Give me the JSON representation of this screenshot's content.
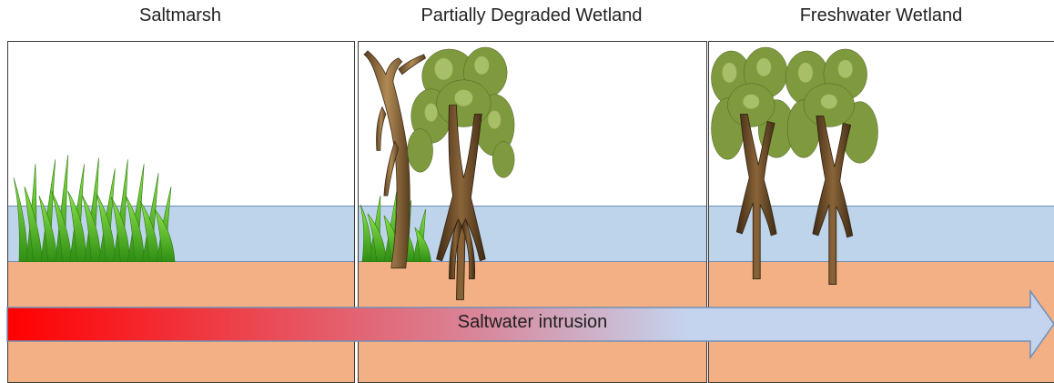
{
  "titles": {
    "saltmarsh": "Saltmarsh",
    "partially_degraded": "Partially Degraded  Wetland",
    "freshwater": "Freshwater Wetland"
  },
  "arrow": {
    "label": "Saltwater intrusion",
    "gradient_start": "#ff0000",
    "gradient_mid": "#d9869a",
    "gradient_end": "#c4d4ee",
    "outline": "#6f8fb5"
  },
  "colors": {
    "water": "#bdd4ea",
    "soil": "#f3b084",
    "grass": "#5cc42a",
    "trunk": "#6a4a2a",
    "foliage": "#7f9a3e"
  },
  "icons": [
    "grass-icon",
    "tree-icon",
    "dead-tree-icon"
  ]
}
